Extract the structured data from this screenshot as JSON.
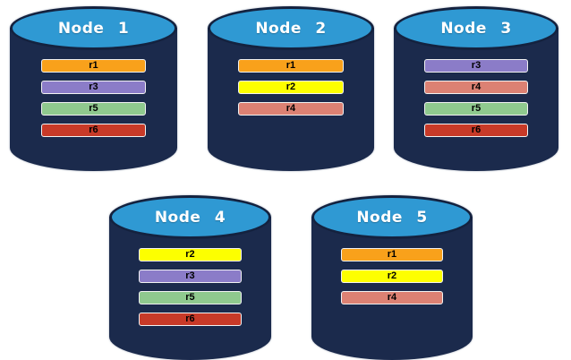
{
  "diagram": {
    "kind": "database-replication-nodes",
    "nodes": [
      {
        "label": "Node 1",
        "replicas": [
          "r1",
          "r3",
          "r5",
          "r6"
        ]
      },
      {
        "label": "Node 2",
        "replicas": [
          "r1",
          "r2",
          "r4"
        ]
      },
      {
        "label": "Node 3",
        "replicas": [
          "r3",
          "r4",
          "r5",
          "r6"
        ]
      },
      {
        "label": "Node 4",
        "replicas": [
          "r2",
          "r3",
          "r5",
          "r6"
        ]
      },
      {
        "label": "Node 5",
        "replicas": [
          "r1",
          "r2",
          "r4"
        ]
      }
    ]
  },
  "palette": {
    "r1": "#f9a11b",
    "r2": "#fdff00",
    "r3": "#8b7cc8",
    "r4": "#dc8173",
    "r5": "#8fc98e",
    "r6": "#c83a28"
  },
  "colors": {
    "page_bg": "#ffffff",
    "cylinder_top": "#2f99d3",
    "cylinder_body": "#1b2a4c",
    "cylinder_border": "#14223f",
    "title_text": "#ffffff",
    "bar_text": "#000000",
    "bar_border": "#f2f2f2"
  }
}
